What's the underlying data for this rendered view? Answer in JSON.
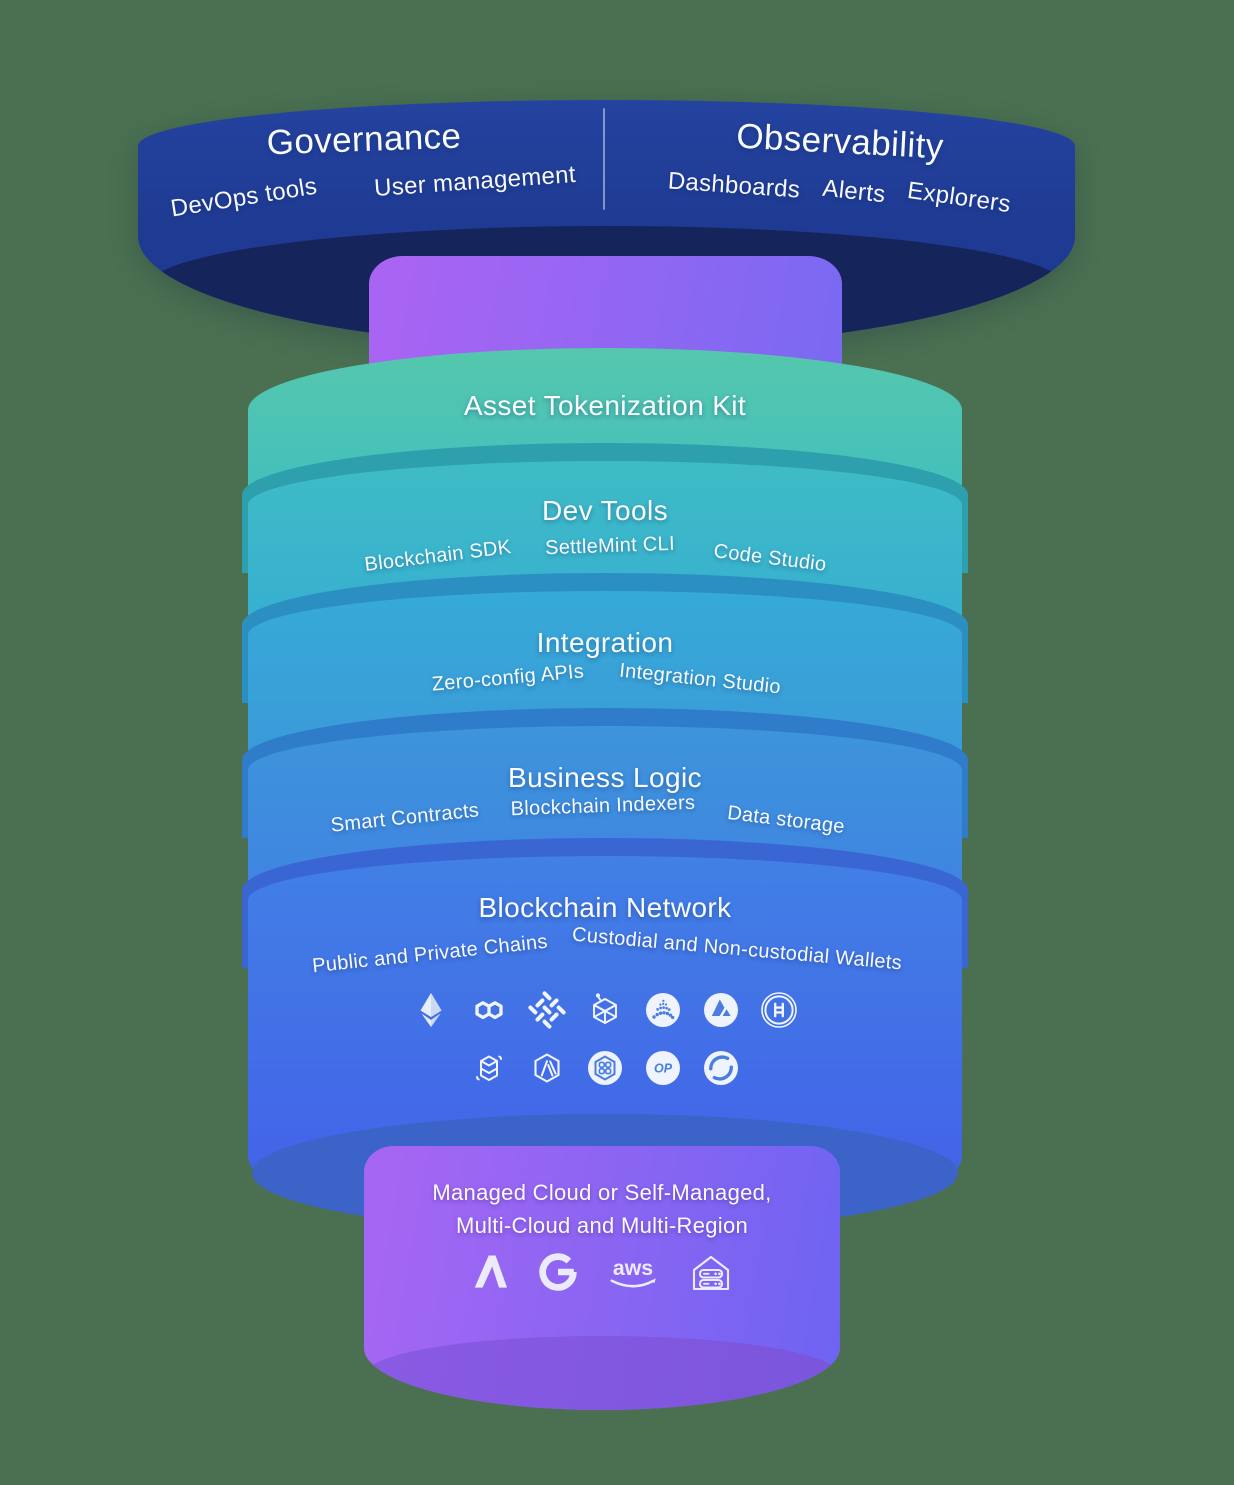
{
  "background_color": "#4a7051",
  "top_disc": {
    "wall_color": "#1e3a92",
    "inner_color": "#16245c",
    "governance": {
      "title": "Governance",
      "items": [
        "DevOps tools",
        "User management"
      ]
    },
    "observability": {
      "title": "Observability",
      "items": [
        "Dashboards",
        "Alerts",
        "Explorers"
      ]
    }
  },
  "top_cylinder": {
    "gradient": [
      "#a864f3",
      "#7b69f2"
    ]
  },
  "layers": [
    {
      "title": "Asset Tokenization Kit",
      "items": [],
      "color_top": "#55c7ad",
      "color_bottom": "#42bfbd"
    },
    {
      "title": "Dev Tools",
      "items": [
        "Blockchain SDK",
        "SettleMint CLI",
        "Code Studio"
      ],
      "color_top": "#3ebcc5",
      "color_bottom": "#37aed2",
      "band_color": "#2d9fad"
    },
    {
      "title": "Integration",
      "items": [
        "Zero-config APIs",
        "Integration Studio"
      ],
      "color_top": "#36abd6",
      "color_bottom": "#3b98da",
      "band_color": "#2b90c1"
    },
    {
      "title": "Business Logic",
      "items": [
        "Smart Contracts",
        "Blockchain Indexers",
        "Data storage"
      ],
      "color_top": "#3d95db",
      "color_bottom": "#4083e2",
      "band_color": "#2f7dca"
    },
    {
      "title": "Blockchain Network",
      "items": [
        "Public and Private Chains",
        "Custodial and Non-custodial Wallets"
      ],
      "color_top": "#4180e5",
      "color_bottom": "#4365e8",
      "band_color": "#3a66d3",
      "chain_icons_row1": [
        "ethereum",
        "polygon",
        "hyperledger-fabric",
        "hyperledger-besu",
        "dotted-network",
        "avalanche",
        "hedera"
      ],
      "chain_icons_row2": [
        "fantom",
        "arbitrum",
        "hexagon-nodes",
        "optimism",
        "soneium"
      ],
      "chain_icon_glyph_color": "#4a7de0",
      "chain_icon_disc_color": "#eef3fd"
    }
  ],
  "bottom_bowl_inner_color": "#3b63c8",
  "foundation": {
    "lines": [
      "Managed Cloud or Self-Managed,",
      "Multi-Cloud and Multi-Region"
    ],
    "provider_icons": [
      "azure",
      "google-cloud",
      "aws",
      "on-premise-datacenter"
    ],
    "gradient": [
      "#a566f3",
      "#6f64f2"
    ],
    "underside_color": "#8155dd"
  }
}
